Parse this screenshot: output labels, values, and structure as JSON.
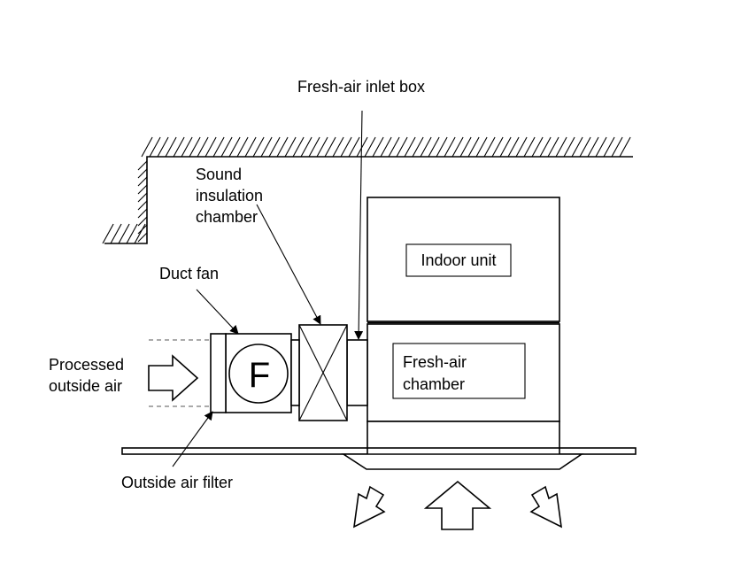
{
  "labels": {
    "fresh_air_inlet_box": "Fresh-air inlet box",
    "sound_insulation_chamber": [
      "Sound",
      "insulation",
      "chamber"
    ],
    "duct_fan": "Duct fan",
    "processed_outside_air": [
      "Processed",
      "outside air"
    ],
    "outside_air_filter": "Outside air filter",
    "indoor_unit": "Indoor unit",
    "fresh_air_chamber": [
      "Fresh-air",
      "chamber"
    ],
    "fan_symbol": "F"
  },
  "colors": {
    "line": "#000000",
    "background": "#ffffff",
    "dashed": "#555555"
  }
}
